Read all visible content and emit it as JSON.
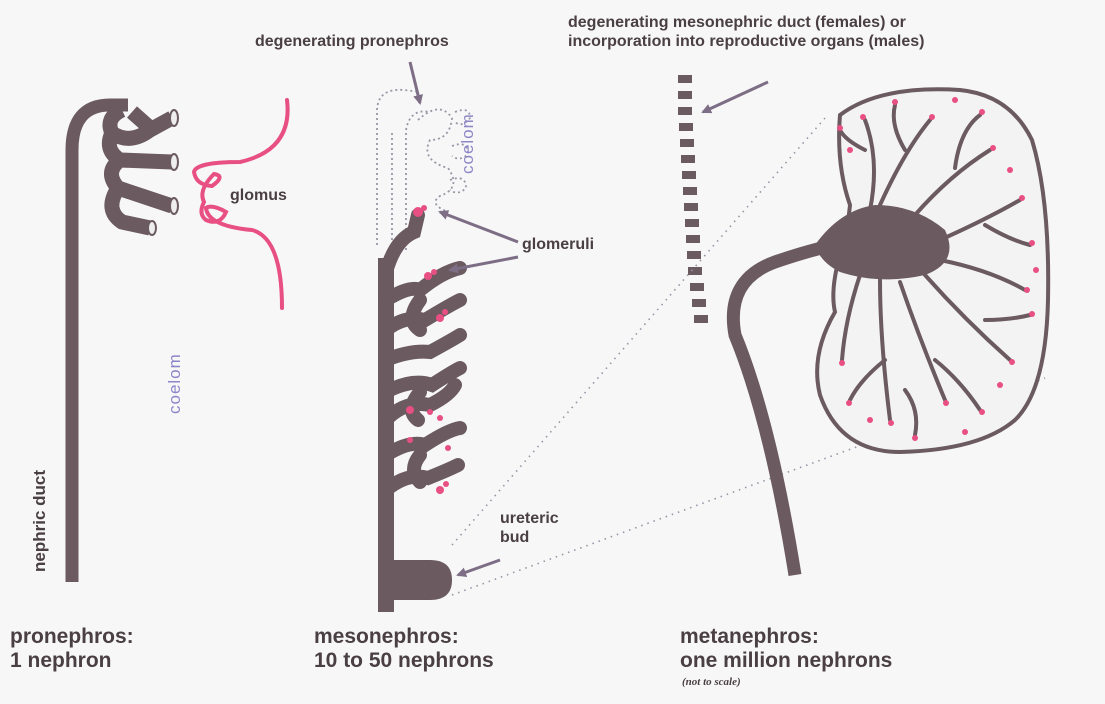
{
  "colors": {
    "tissue": "#6b5a60",
    "glomerulus": "#e84f82",
    "arrow": "#7d6e86",
    "coelom_text": "#8c86c8",
    "text": "#4a3f43"
  },
  "labels": {
    "degenerating_pronephros": "degenerating pronephros",
    "degenerating_mesonephric": "degenerating mesonephric duct (females) or",
    "incorporation": "incorporation into reproductive organs (males)",
    "glomus": "glomus",
    "coelom_pronephros": "coelom",
    "coelom_mesonephros": "coelom",
    "glomeruli": "glomeruli",
    "ureteric_bud_line1": "ureteric",
    "ureteric_bud_line2": "bud",
    "nephric_duct": "nephric duct"
  },
  "captions": {
    "pronephros": {
      "title": "pronephros:",
      "count": "1 nephron"
    },
    "mesonephros": {
      "title": "mesonephros:",
      "count": "10 to 50 nephrons"
    },
    "metanephros": {
      "title": "metanephros:",
      "count": "one million nephrons",
      "note": "(not to scale)"
    }
  }
}
